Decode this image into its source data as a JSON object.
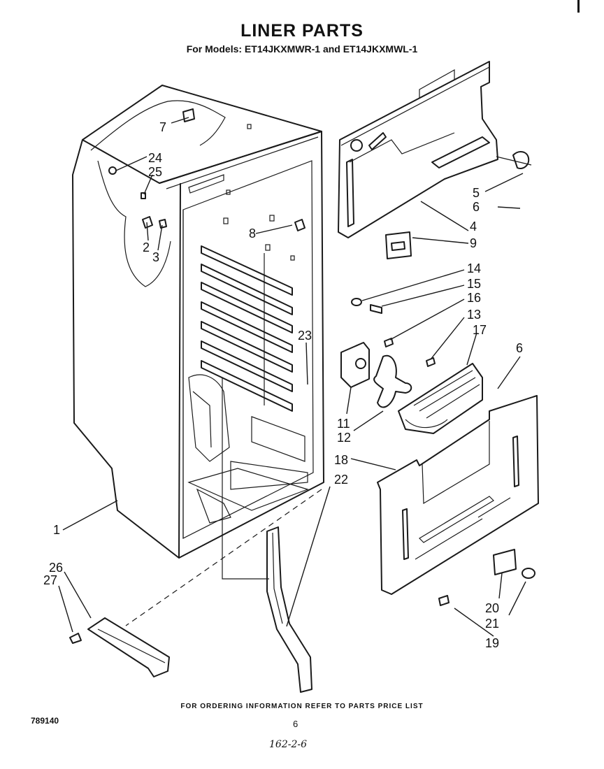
{
  "header": {
    "title": "LINER PARTS",
    "subtitle": "For Models: ET14JKXMWR-1 and ET14JKXMWL-1"
  },
  "callouts": [
    "1",
    "2",
    "3",
    "4",
    "5",
    "6",
    "6",
    "7",
    "8",
    "9",
    "11",
    "12",
    "13",
    "14",
    "15",
    "16",
    "17",
    "18",
    "19",
    "20",
    "21",
    "22",
    "23",
    "24",
    "25",
    "26",
    "27"
  ],
  "footer": {
    "ordering_note": "FOR ORDERING INFORMATION REFER TO PARTS PRICE LIST",
    "doc_number": "789140",
    "page_number": "6",
    "handwritten": "162-2-6"
  }
}
